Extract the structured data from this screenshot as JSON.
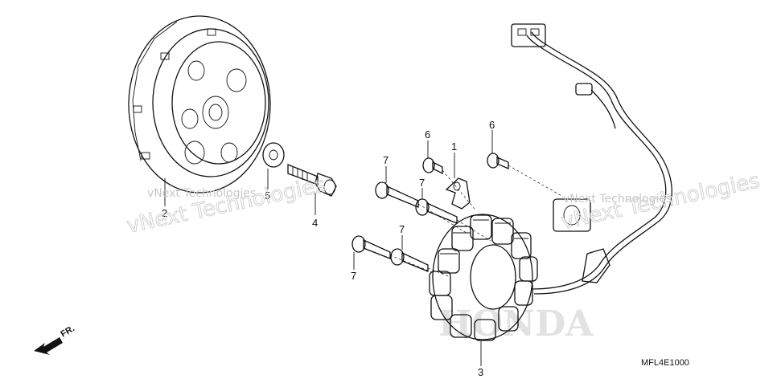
{
  "diagram_code": "MFL4E1000",
  "direction_label": "FR.",
  "watermark": {
    "small_text": "vNext Technologies",
    "big_text": "vNext Technologies"
  },
  "brand_watermark": "HONDA",
  "callouts": [
    {
      "id": "1",
      "label": "1"
    },
    {
      "id": "2",
      "label": "2"
    },
    {
      "id": "3",
      "label": "3"
    },
    {
      "id": "4",
      "label": "4"
    },
    {
      "id": "5",
      "label": "5"
    },
    {
      "id": "6a",
      "label": "6"
    },
    {
      "id": "6b",
      "label": "6"
    },
    {
      "id": "7a",
      "label": "7"
    },
    {
      "id": "7b",
      "label": "7"
    },
    {
      "id": "7c",
      "label": "7"
    },
    {
      "id": "7d",
      "label": "7"
    }
  ]
}
